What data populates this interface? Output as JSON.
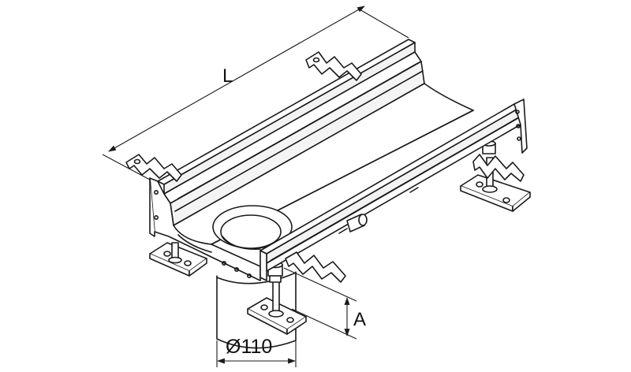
{
  "dimensions": {
    "length_label": "L",
    "height_label": "A",
    "outlet_diameter_label": "Ø110"
  },
  "colors": {
    "line": "#1a1a1a",
    "fill": "#ffffff",
    "shade": "#e6e6e6",
    "shade_dark": "#cfcfcf"
  }
}
